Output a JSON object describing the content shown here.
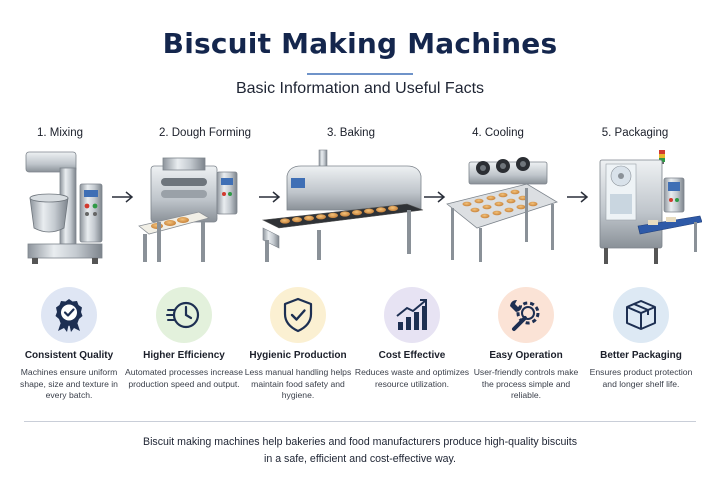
{
  "title": "Biscuit Making Machines",
  "subtitle": "Basic Information and Useful Facts",
  "steps": [
    {
      "label": "1. Mixing",
      "machine": "mixer"
    },
    {
      "label": "2. Dough Forming",
      "machine": "dough-former"
    },
    {
      "label": "3. Baking",
      "machine": "oven"
    },
    {
      "label": "4. Cooling",
      "machine": "cooling-conveyor"
    },
    {
      "label": "5. Packaging",
      "machine": "packaging-machine"
    }
  ],
  "benefits": [
    {
      "title": "Consistent Quality",
      "desc": "Machines ensure uniform shape, size and texture in every batch.",
      "icon": "quality-badge-icon",
      "color": "#dfe6f4"
    },
    {
      "title": "Higher Efficiency",
      "desc": "Automated processes increase production speed and output.",
      "icon": "clock-icon",
      "color": "#e3f1dc"
    },
    {
      "title": "Hygienic Production",
      "desc": "Less manual handling helps maintain food safety and hygiene.",
      "icon": "shield-check-icon",
      "color": "#fbf0d2"
    },
    {
      "title": "Cost Effective",
      "desc": "Reduces waste and optimizes resource utilization.",
      "icon": "bar-chart-icon",
      "color": "#e7e3f3"
    },
    {
      "title": "Easy Operation",
      "desc": "User-friendly controls make the process simple and reliable.",
      "icon": "tools-gear-icon",
      "color": "#fbe3d6"
    },
    {
      "title": "Better Packaging",
      "desc": "Ensures product protection and longer shelf life.",
      "icon": "package-box-icon",
      "color": "#dde9f4"
    }
  ],
  "footer": {
    "line1": "Biscuit making machines help bakeries and food manufacturers produce high-quality biscuits",
    "line2": "in a safe, efficient and cost-effective way."
  }
}
